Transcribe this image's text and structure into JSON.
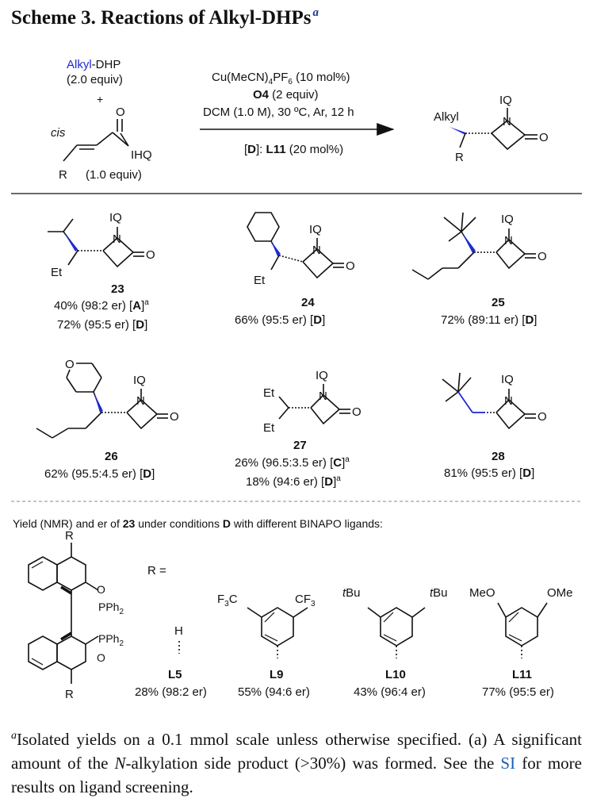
{
  "title": {
    "text": "Scheme 3. Reactions of Alkyl-DHPs",
    "mark": "a"
  },
  "scheme": {
    "reagent1_alkyl": "Alkyl",
    "reagent1_rest": "-DHP",
    "reagent1_equiv": "(2.0 equiv)",
    "plus": "+",
    "cis": "cis",
    "ihq": "IHQ",
    "o": "O",
    "r": "R",
    "reagent2_equiv": "(1.0 equiv)",
    "cond_catalyst_pre": "Cu(MeCN)",
    "cond_catalyst_sub": "4",
    "cond_catalyst_mid": "PF",
    "cond_catalyst_sub2": "6",
    "cond_catalyst_post": " (10 mol%)",
    "cond_oxidant_b": "O4",
    "cond_oxidant": " (2 equiv)",
    "cond_solvent": "DCM (1.0 M), 30 ºC, Ar, 12 h",
    "cond_ligand_pre": "[",
    "cond_ligand_d": "D",
    "cond_ligand_mid": "]: ",
    "cond_ligand_b": "L11",
    "cond_ligand_post": " (20 mol%)",
    "product_alkyl": "Alkyl",
    "product_iq": "IQ",
    "product_n": "N",
    "product_o": "O",
    "product_r": "R"
  },
  "products": [
    {
      "num": "23",
      "line1": "40% (98:2 er) [",
      "line1_b": "A",
      "line1_post": "]",
      "line1_sup": "a",
      "line2": "72% (95:5 er) [",
      "line2_b": "D",
      "line2_post": "]",
      "sub_et": "Et"
    },
    {
      "num": "24",
      "line1": "66% (95:5 er) [",
      "line1_b": "D",
      "line1_post": "]",
      "sub_et": "Et"
    },
    {
      "num": "25",
      "line1": "72% (89:11 er) [",
      "line1_b": "D",
      "line1_post": "]"
    },
    {
      "num": "26",
      "line1": "62% (95.5:4.5 er) [",
      "line1_b": "D",
      "line1_post": "]",
      "ring_o": "O"
    },
    {
      "num": "27",
      "line1": "26% (96.5:3.5 er) [",
      "line1_b": "C",
      "line1_post": "]",
      "line1_sup": "a",
      "line2": "18% (94:6 er) [",
      "line2_b": "D",
      "line2_post": "]",
      "line2_sup": "a",
      "sub_et1": "Et",
      "sub_et2": "Et"
    },
    {
      "num": "28",
      "line1": "81% (95:5 er) [",
      "line1_b": "D",
      "line1_post": "]"
    }
  ],
  "common": {
    "iq": "IQ",
    "n": "N",
    "o": "O"
  },
  "ligand_section": {
    "caption_pre": "Yield (NMR) and er of ",
    "caption_b1": "23",
    "caption_mid": " under conditions ",
    "caption_b2": "D",
    "caption_post": " with different BINAPO ligands:",
    "binapo_r_top": "R",
    "binapo_r_bottom": "R",
    "binapo_pph2": "PPh",
    "binapo_sub2": "2",
    "binapo_o": "O",
    "r_equals": "R =",
    "ligands": [
      {
        "name": "L5",
        "result": "28% (98:2 er)",
        "label": "H"
      },
      {
        "name": "L9",
        "result": "55% (94:6 er)",
        "left": "F",
        "left_sub": "3",
        "left_c": "C",
        "right_c": "CF",
        "right_sub": "3"
      },
      {
        "name": "L10",
        "result": "43% (96:4 er)",
        "left_i": "t",
        "left": "Bu",
        "right_i": "t",
        "right": "Bu"
      },
      {
        "name": "L11",
        "result": "77% (95:5 er)",
        "left": "MeO",
        "right": "OMe"
      }
    ]
  },
  "footnote": {
    "mark": "a",
    "text1": "Isolated yields on a 0.1 mmol scale unless otherwise specified. (a) A significant amount of the ",
    "text_italic": "N",
    "text2": "-alkylation side product (>30%) was formed. See the ",
    "si": "SI",
    "text3": " for more results on ligand screening."
  },
  "colors": {
    "alkyl_blue": "#1f2bd0",
    "cis_blue": "#1a5a8c",
    "si_blue": "#1a5fb4",
    "wedge": "#1f2bd0"
  }
}
